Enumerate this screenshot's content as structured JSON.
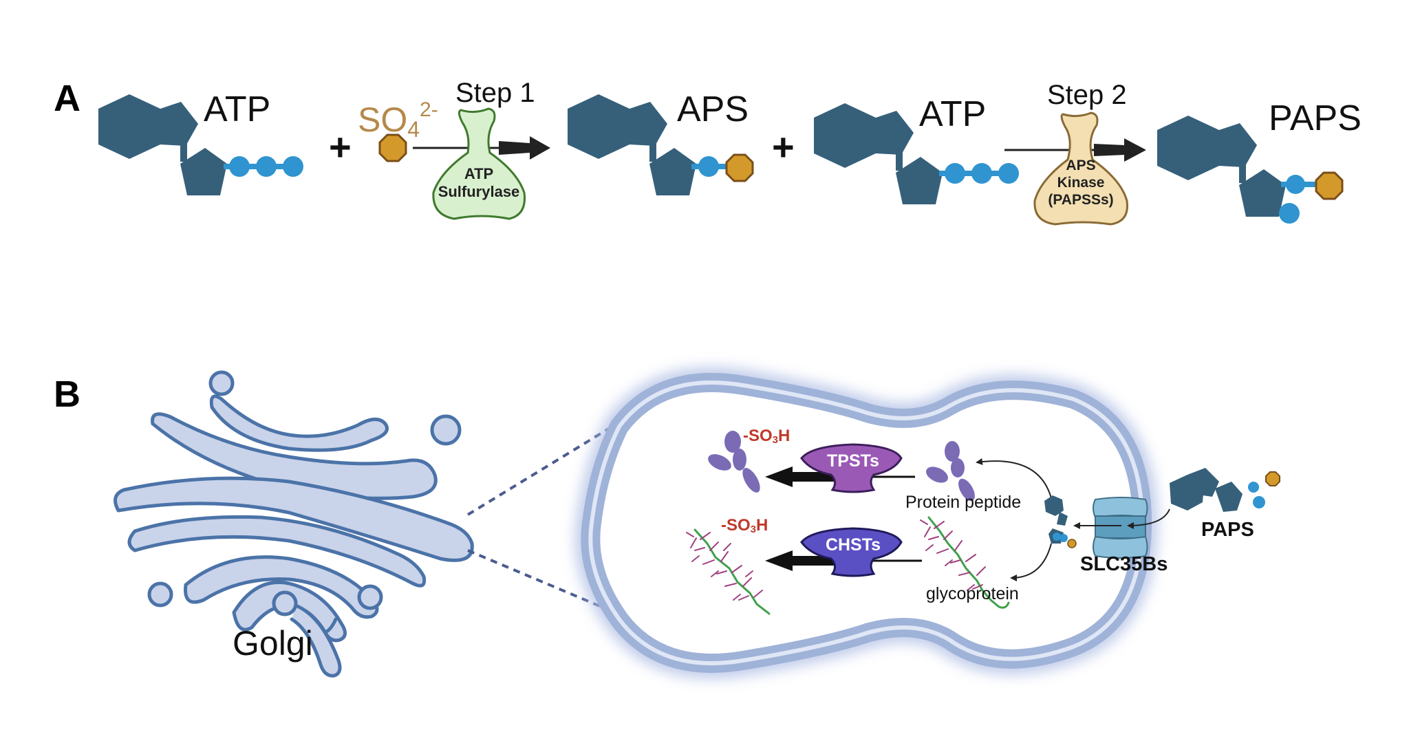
{
  "figure": {
    "panel_a": {
      "label": "A",
      "reactants_step1": [
        {
          "name": "ATP",
          "phosphates": 3
        },
        {
          "name": "SO4",
          "subscript": "4",
          "superscript": "2-",
          "base": "SO"
        }
      ],
      "step1": {
        "label": "Step 1",
        "enzyme_line1": "ATP",
        "enzyme_line2": "Sulfurylase"
      },
      "product_step1": {
        "name": "APS"
      },
      "reactant_step2": {
        "name": "ATP",
        "phosphates": 3
      },
      "step2": {
        "label": "Step 2",
        "enzyme_line1": "APS",
        "enzyme_line2": "Kinase",
        "enzyme_line3": "(PAPSSs)"
      },
      "product_step2": {
        "name": "PAPS"
      },
      "plus": "+"
    },
    "panel_b": {
      "label": "B",
      "organelle": "Golgi",
      "enzymes": [
        {
          "name": "TPSTs",
          "color": "#8e44ad"
        },
        {
          "name": "CHSTs",
          "color": "#5b4fc4"
        }
      ],
      "substrates": {
        "protein": "Protein peptide",
        "glycoprotein": "glycoprotein"
      },
      "sulfo_group": {
        "base": "-SO",
        "sub": "3",
        "tail": "H"
      },
      "transporter": "SLC35Bs",
      "donor": "PAPS"
    }
  },
  "colors": {
    "nucleotide": "#36607a",
    "phosphate": "#2f94d0",
    "sulfate_fill": "#d39a2b",
    "sulfate_stroke": "#7a4e1a",
    "sulfurylase_fill": "#d9f0cf",
    "sulfurylase_stroke": "#3f7a2e",
    "kinase_fill": "#f3dfb2",
    "kinase_stroke": "#8a6a35",
    "golgi_fill": "#c9d3ea",
    "golgi_stroke": "#4b73a8",
    "membrane": "#9fb2d8",
    "so3h": "#c0392b",
    "transporter": "#6fa9c7"
  }
}
